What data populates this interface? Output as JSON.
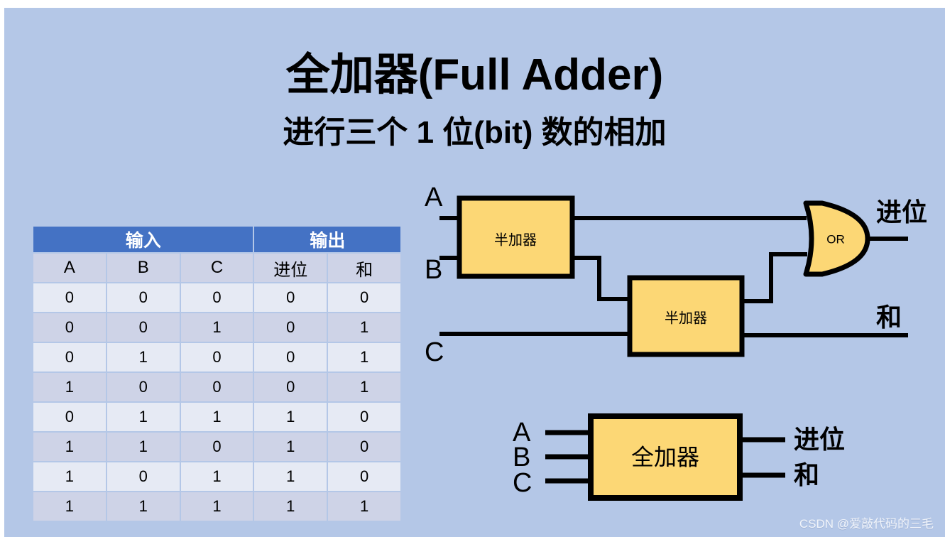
{
  "slide": {
    "background_color": "#b4c7e7",
    "title": "全加器(Full Adder)",
    "subtitle": "进行三个 1 位(bit) 数的相加"
  },
  "truth_table": {
    "group_headers": [
      {
        "label": "输入",
        "span": 3
      },
      {
        "label": "输出",
        "span": 2
      }
    ],
    "columns": [
      "A",
      "B",
      "C",
      "进位",
      "和"
    ],
    "rows": [
      [
        "0",
        "0",
        "0",
        "0",
        "0"
      ],
      [
        "0",
        "0",
        "1",
        "0",
        "1"
      ],
      [
        "0",
        "1",
        "0",
        "0",
        "1"
      ],
      [
        "1",
        "0",
        "0",
        "0",
        "1"
      ],
      [
        "0",
        "1",
        "1",
        "1",
        "0"
      ],
      [
        "1",
        "1",
        "0",
        "1",
        "0"
      ],
      [
        "1",
        "0",
        "1",
        "1",
        "0"
      ],
      [
        "1",
        "1",
        "1",
        "1",
        "1"
      ]
    ],
    "header_color": "#4472c4",
    "row_color_odd": "#e6eaf4",
    "row_color_even": "#ced3e7"
  },
  "circuit": {
    "block_fill": "#fcd775",
    "wire_color": "#000000",
    "inputs": [
      "A",
      "B",
      "C"
    ],
    "outputs": [
      "进位",
      "和"
    ],
    "half_adder_1_label": "半加器",
    "half_adder_2_label": "半加器",
    "or_gate_label": "OR"
  },
  "block_diagram": {
    "inputs": [
      "A",
      "B",
      "C"
    ],
    "outputs": [
      "进位",
      "和"
    ],
    "block_label": "全加器",
    "block_fill": "#fcd775"
  },
  "watermark": "CSDN @爱敲代码的三毛"
}
